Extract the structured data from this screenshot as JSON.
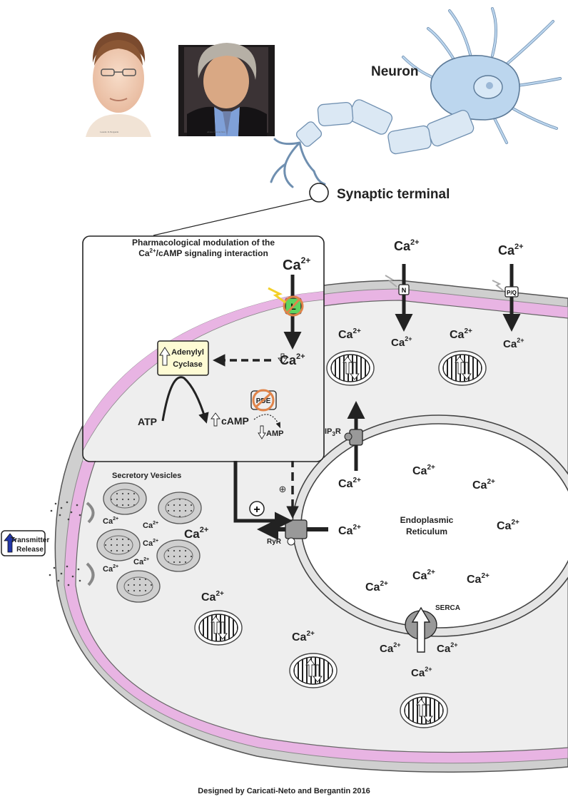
{
  "header": {
    "neuron_label": "Neuron",
    "synaptic_terminal_label": "Synaptic terminal"
  },
  "photos": [
    {
      "caption": "Leandro D. Bergantin"
    },
    {
      "caption": "Afonso Caricati-Neto"
    }
  ],
  "inset": {
    "title_line1": "Pharmacological modulation of the",
    "title_line2_prefix": "Ca",
    "title_line2_sup": "2+",
    "title_line2_suffix": "/cAMP signaling interaction",
    "adenylyl_cyclase_line1": "Adenylyl",
    "adenylyl_cyclase_line2": "Cyclase",
    "atp": "ATP",
    "camp": "cAMP",
    "pde": "PDE",
    "amp": "AMP",
    "channel_letter": "L"
  },
  "ion": {
    "base": "Ca",
    "sup": "2+"
  },
  "channels": {
    "n_type": "N",
    "pq_type": "P/Q",
    "ip3r_prefix": "IP",
    "ip3r_sub": "3",
    "ip3r_suffix": "R",
    "ryr": "RyR",
    "serca": "SERCA"
  },
  "labels": {
    "secretory_vesicles": "Secretory Vesicles",
    "transmitter_line1": "Transmitter",
    "transmitter_line2": "Release",
    "er_line1": "Endoplasmic",
    "er_line2": "Reticulum",
    "plus": "+",
    "plus_small": "⊕"
  },
  "footer": {
    "credit": "Designed by Caricati-Neto and Bergantin 2016"
  },
  "colors": {
    "membrane_pink": "#e8b4e3",
    "cytoplasm": "#eeeeee",
    "neuron_blue": "#bcd6ee",
    "adenylyl_fill": "#fefbd4",
    "channel_green": "#5fd35f",
    "transmitter_arrow": "#2236a8",
    "inhibit_orange": "#e0844a"
  }
}
